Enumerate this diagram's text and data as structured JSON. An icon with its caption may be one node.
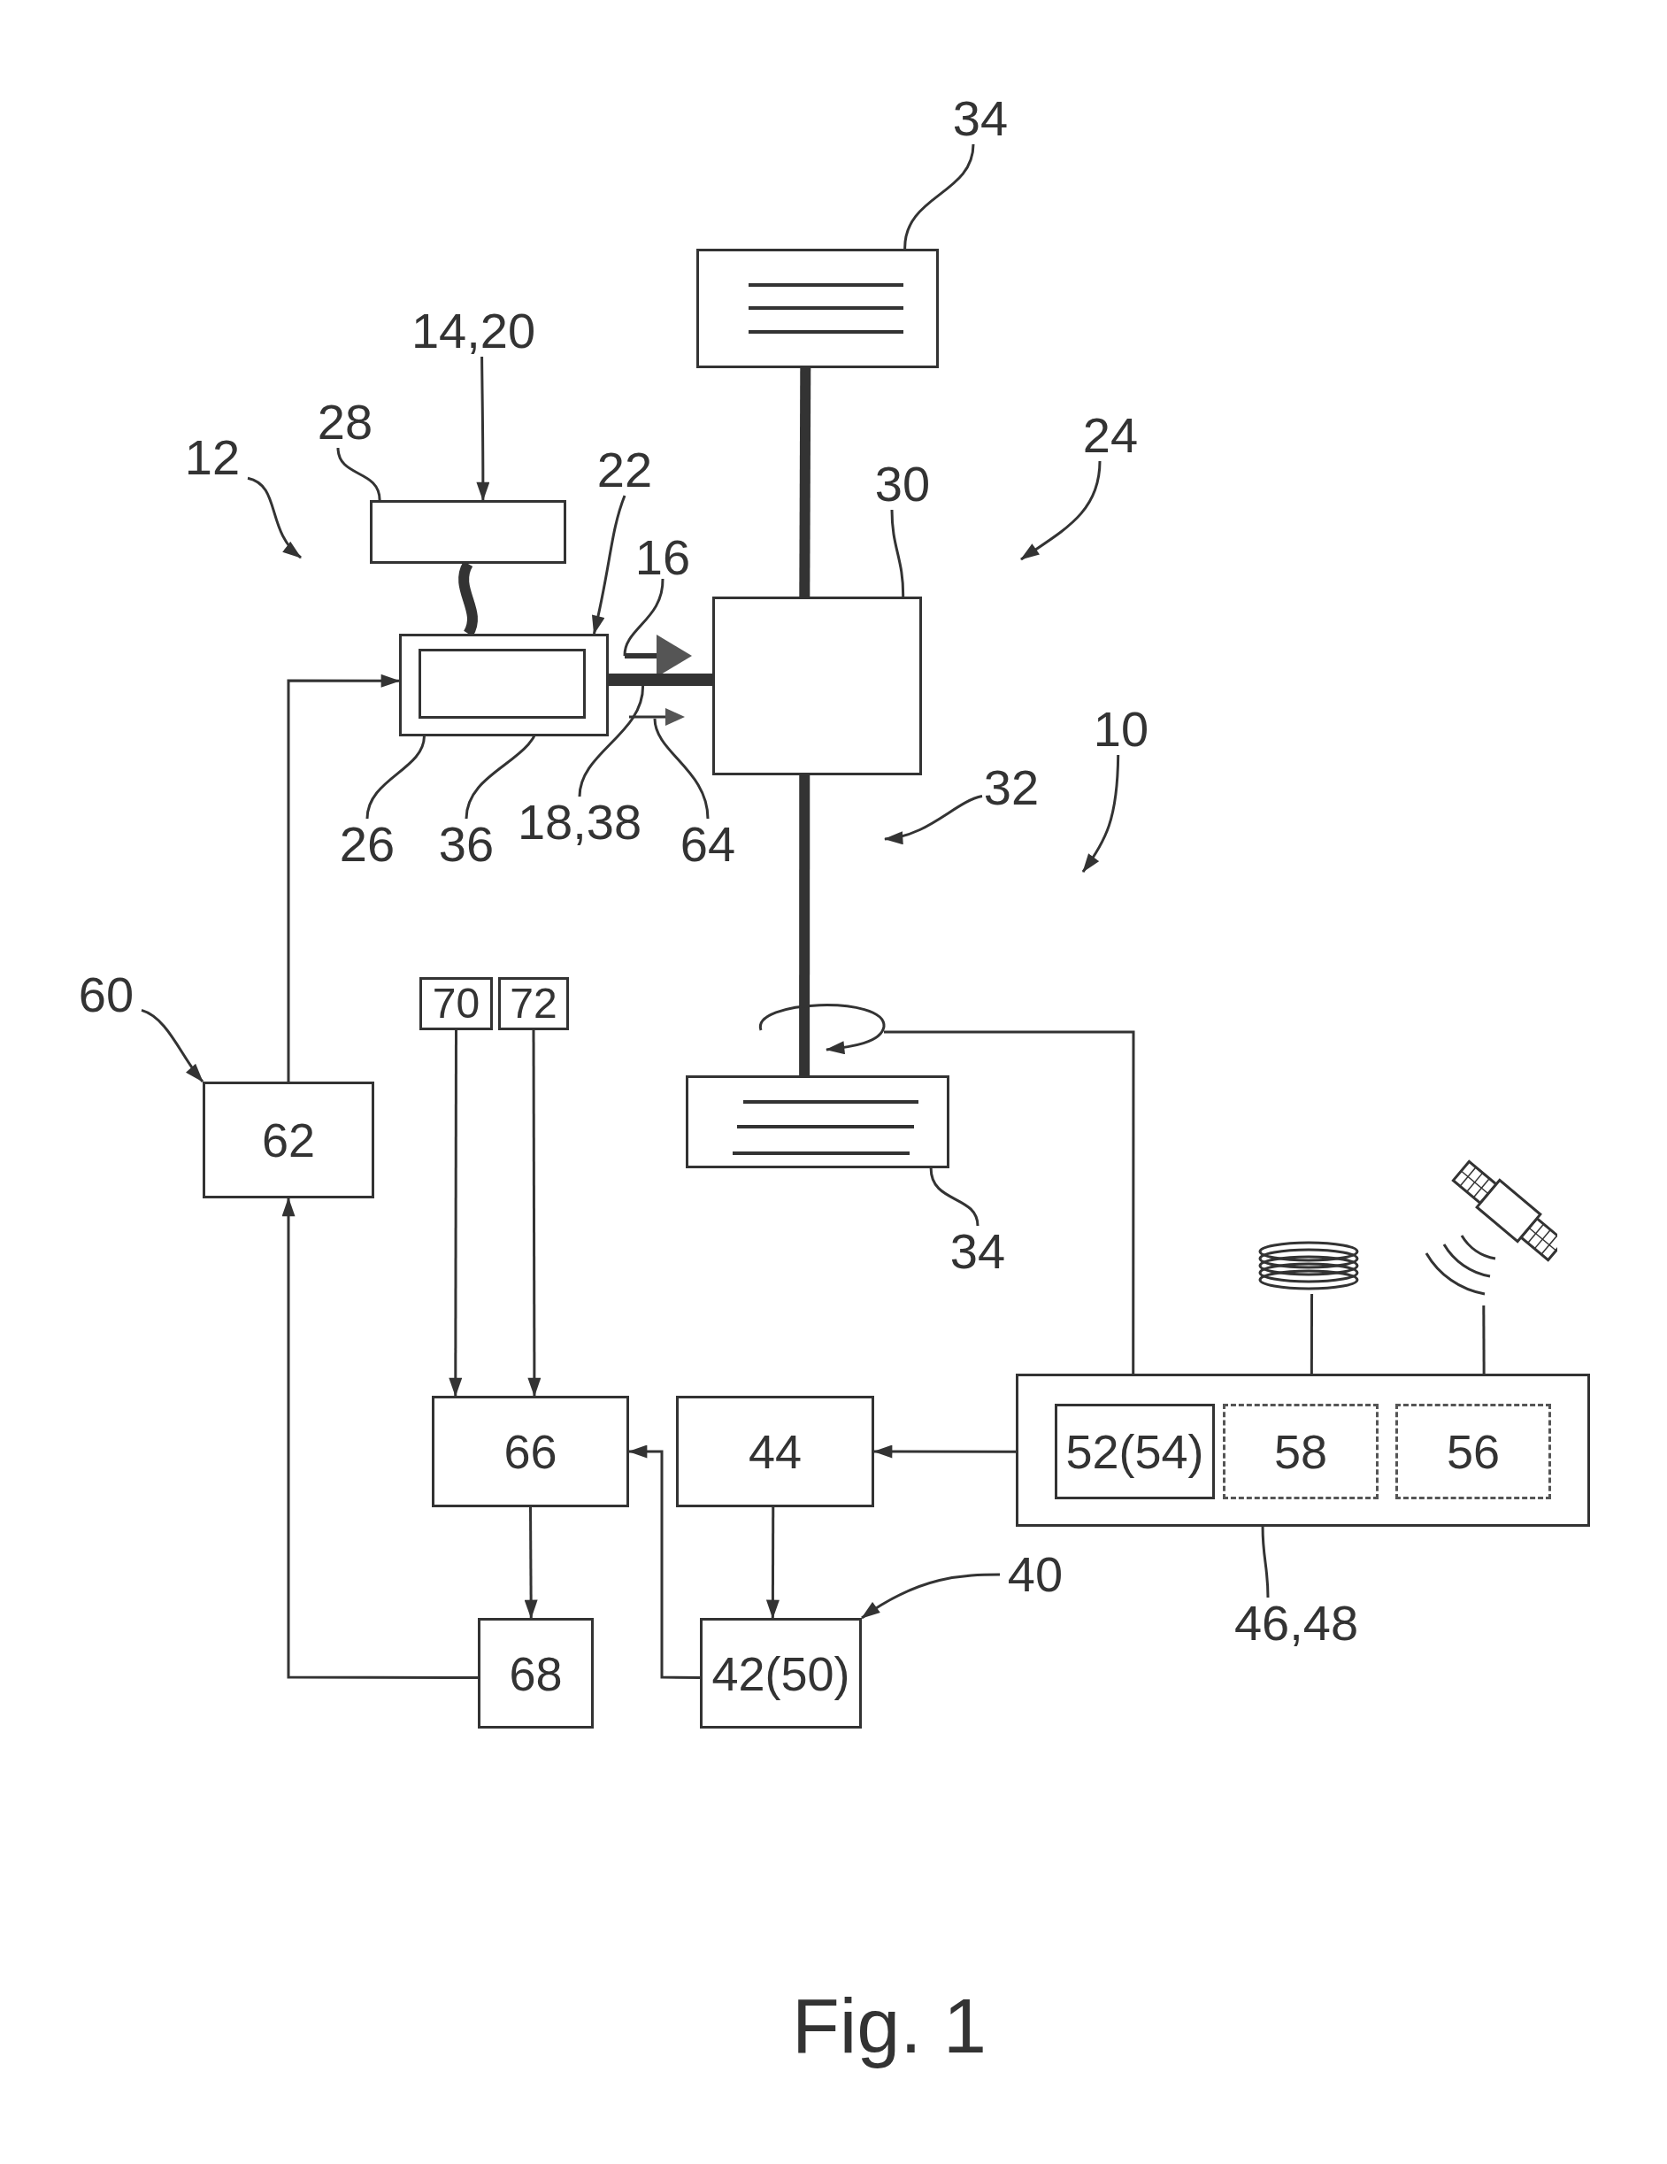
{
  "diagram": {
    "caption": "Fig. 1",
    "nodes": [
      {
        "text": [
          "34"
        ]
      },
      {
        "text": [],
        "shape": "box"
      },
      {
        "text": [
          "14,20"
        ]
      },
      {
        "text": [
          "28"
        ]
      },
      {
        "text": [
          "22"
        ]
      },
      {
        "text": [
          "12"
        ]
      },
      {
        "text": [
          "30"
        ]
      },
      {
        "text": [
          "24"
        ]
      },
      {
        "text": [
          "16"
        ]
      },
      {
        "text": [],
        "shape": "box"
      },
      {
        "text": [],
        "shape": "box"
      },
      {
        "text": [],
        "shape": "box",
        "in": 10
      },
      {
        "text": [],
        "shape": "box"
      },
      {
        "text": [
          "10"
        ]
      },
      {
        "text": [
          "32"
        ]
      },
      {
        "text": [
          "26"
        ]
      },
      {
        "text": [
          "36"
        ]
      },
      {
        "text": [
          "18,38"
        ]
      },
      {
        "text": [
          "64"
        ]
      },
      {
        "text": [
          "60"
        ]
      },
      {
        "text": [
          "70"
        ]
      },
      {
        "text": [
          "72"
        ]
      },
      {
        "text": [
          "62"
        ]
      },
      {
        "text": [],
        "shape": "box"
      },
      {
        "text": [
          "34"
        ]
      },
      {
        "text": [],
        "shape": "picture"
      },
      {
        "text": [],
        "shape": "picture"
      },
      {
        "text": [],
        "shape": "box"
      },
      {
        "text": [
          "52(54)"
        ],
        "in": 27
      },
      {
        "text": [
          "58"
        ],
        "in": 27
      },
      {
        "text": [
          "56"
        ],
        "in": 27
      },
      {
        "text": [
          "66"
        ]
      },
      {
        "text": [
          "44"
        ]
      },
      {
        "text": [
          "40"
        ]
      },
      {
        "text": [
          "46,48"
        ]
      },
      {
        "text": [
          "68"
        ]
      },
      {
        "text": [
          "42(50)"
        ]
      },
      {
        "text": [],
        "shape": "arrow"
      },
      {
        "text": [],
        "shape": "bar"
      }
    ],
    "edges": [
      {
        "from": 0,
        "to": 1,
        "arrow": "none"
      },
      {
        "from": 2,
        "to": 9,
        "arrow": "to"
      },
      {
        "from": 3,
        "to": 9,
        "arrow": "none"
      },
      {
        "from": 4,
        "to": 10,
        "arrow": "to"
      },
      {
        "from": 5,
        "to": null,
        "arrow": "to"
      },
      {
        "from": 6,
        "to": 12,
        "arrow": "none"
      },
      {
        "from": 7,
        "to": null,
        "arrow": "to"
      },
      {
        "from": 8,
        "to": 37,
        "arrow": "none"
      },
      {
        "from": 1,
        "to": 12,
        "arrow": "none",
        "style": "thick"
      },
      {
        "from": 9,
        "to": 10,
        "arrow": "none",
        "style": "thick"
      },
      {
        "from": 12,
        "to": 23,
        "arrow": "none",
        "style": "thick"
      },
      {
        "from": 13,
        "to": null,
        "arrow": "to"
      },
      {
        "from": 14,
        "to": null,
        "arrow": "to"
      },
      {
        "from": 15,
        "to": 10,
        "arrow": "none"
      },
      {
        "from": 16,
        "to": 11,
        "arrow": "none"
      },
      {
        "from": 17,
        "to": 38,
        "arrow": "none"
      },
      {
        "from": 18,
        "to": null,
        "arrow": "none"
      },
      {
        "from": 19,
        "to": 22,
        "arrow": "to"
      },
      {
        "from": 22,
        "to": 10,
        "arrow": "to"
      },
      {
        "from": 20,
        "to": 31,
        "arrow": "to"
      },
      {
        "from": 21,
        "to": 31,
        "arrow": "to"
      },
      {
        "from": 24,
        "to": 23,
        "arrow": "none"
      },
      {
        "from": null,
        "to": 28,
        "arrow": "to"
      },
      {
        "from": 25,
        "to": 29,
        "arrow": "to"
      },
      {
        "from": 26,
        "to": 30,
        "arrow": "to"
      },
      {
        "from": 27,
        "to": 32,
        "arrow": "to"
      },
      {
        "from": 32,
        "to": 36,
        "arrow": "to"
      },
      {
        "from": 36,
        "to": 31,
        "arrow": "to"
      },
      {
        "from": 31,
        "to": 35,
        "arrow": "to"
      },
      {
        "from": 35,
        "to": 22,
        "arrow": "to"
      },
      {
        "from": 33,
        "to": 36,
        "arrow": "to"
      },
      {
        "from": 34,
        "to": 27,
        "arrow": "none"
      }
    ]
  }
}
